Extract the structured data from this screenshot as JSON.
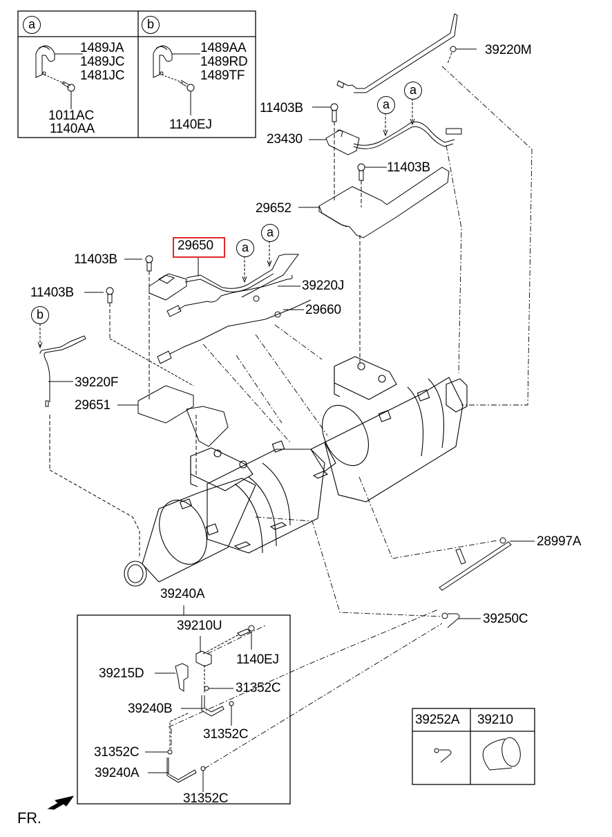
{
  "diagram": {
    "type": "exploded parts diagram",
    "highlight_color": "#e0262b",
    "highlighted_part": "29650",
    "direction_indicator": {
      "label": "FR.",
      "icon": "front-arrow-icon"
    }
  },
  "legend_a": {
    "marker": "a",
    "parts": [
      "1489JA",
      "1489JC",
      "1481JC"
    ],
    "bolts": [
      "1011AC",
      "1140AA"
    ]
  },
  "legend_b": {
    "marker": "b",
    "parts": [
      "1489AA",
      "1489RD",
      "1489TF"
    ],
    "bolts": [
      "1140EJ"
    ]
  },
  "callouts": {
    "p39220M": "39220M",
    "p11403B_1": "11403B",
    "p23430": "23430",
    "p11403B_2": "11403B",
    "p29652": "29652",
    "p29650": "29650",
    "p11403B_3": "11403B",
    "p11403B_4": "11403B",
    "p39220J": "39220J",
    "p29660": "29660",
    "p39220F": "39220F",
    "p29651": "29651",
    "p28997A": "28997A",
    "p39250C": "39250C",
    "p39240A_top": "39240A"
  },
  "markers": {
    "a1": "a",
    "a2": "a",
    "a3": "a",
    "a4": "a",
    "b1": "b"
  },
  "subassembly": {
    "title": "39240A",
    "parts": {
      "p39210U": "39210U",
      "p1140EJ": "1140EJ",
      "p39215D": "39215D",
      "p31352C_1": "31352C",
      "p39240B": "39240B",
      "p31352C_2": "31352C",
      "p31352C_3": "31352C",
      "p39240A": "39240A",
      "p31352C_4": "31352C"
    }
  },
  "parts_table": {
    "headers": [
      "39252A",
      "39210"
    ],
    "icons": [
      "pipe-fitting-icon",
      "filter-cylinder-icon"
    ]
  }
}
